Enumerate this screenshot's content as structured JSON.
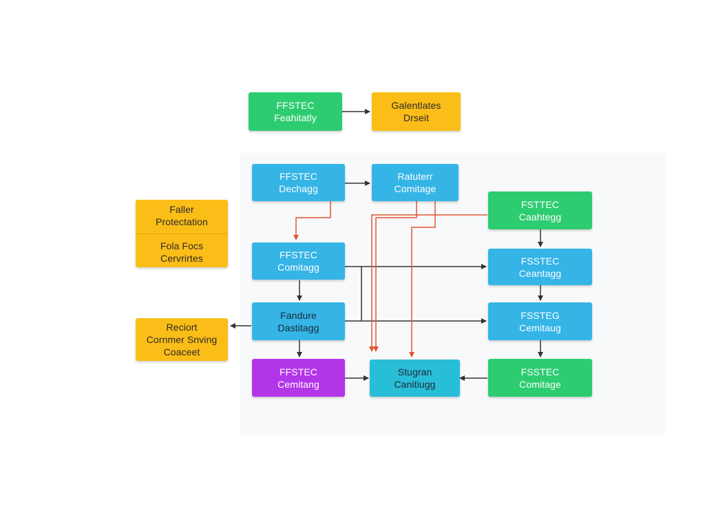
{
  "colors": {
    "green": "#2ecc71",
    "blue": "#35b4e6",
    "orange": "#fbbd17",
    "purple": "#b335e8",
    "arrow_dark": "#333333",
    "arrow_red": "#e05533"
  },
  "nodes": {
    "top_left": {
      "line1": "FFSTEC",
      "line2": "Feahitatly"
    },
    "top_right": {
      "line1": "Galentlates",
      "line2": "Drseit"
    },
    "blue_a": {
      "line1": "FFSTEC",
      "line2": "Dechagg"
    },
    "blue_b": {
      "line1": "Ratuterr",
      "line2": "Comitage"
    },
    "green_r1": {
      "line1": "FSTTEC",
      "line2": "Caahtegg"
    },
    "orange_left": {
      "top1": "Faller",
      "top2": "Protectation",
      "bottom1": "Fola Focs",
      "bottom2": "Cervrirtes"
    },
    "blue_c": {
      "line1": "FFSTEC",
      "line2": "Comitagg"
    },
    "blue_r2": {
      "line1": "FSSTEC",
      "line2": "Ceantagg"
    },
    "blue_d": {
      "line1": "Fandure",
      "line2": "Dastitagg"
    },
    "blue_r3": {
      "line1": "FSSTEG",
      "line2": "Cemitaug"
    },
    "orange_bottom": {
      "line1": "Reciort",
      "line2": "Cornmer Snving",
      "line3": "Coaceet"
    },
    "purple": {
      "line1": "FFSTEC",
      "line2": "Cemitang"
    },
    "teal_center": {
      "line1": "Stugran",
      "line2": "Canitiugg"
    },
    "green_r4": {
      "line1": "FSSTEC",
      "line2": "Comitage"
    }
  }
}
